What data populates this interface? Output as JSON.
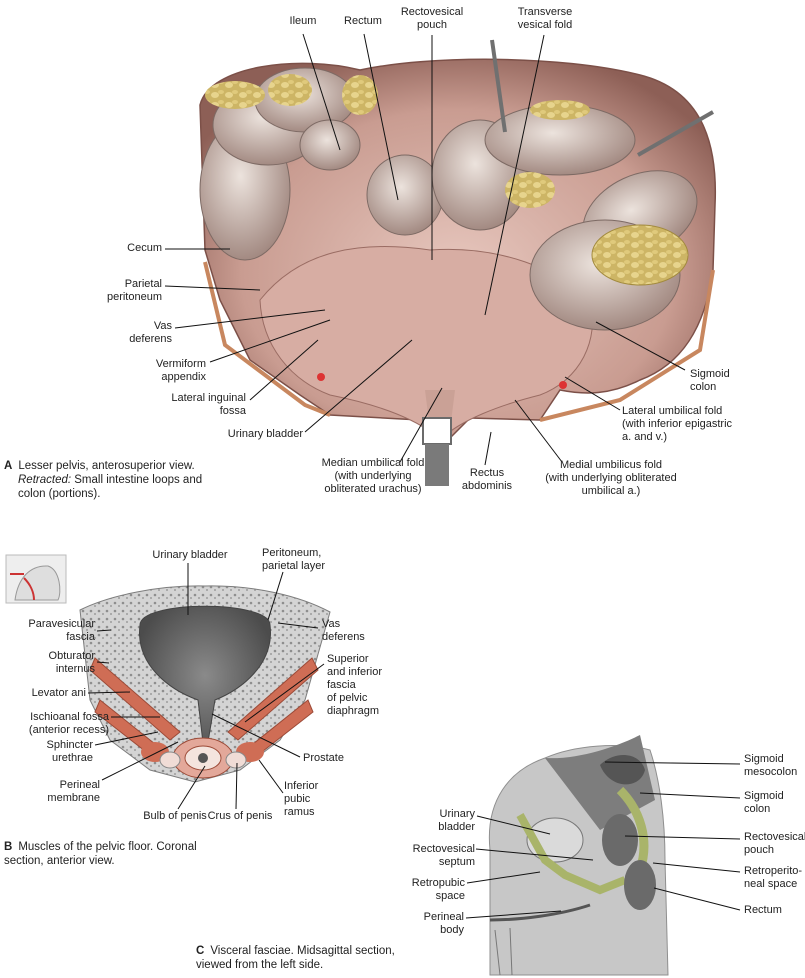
{
  "figure_a": {
    "letter": "A",
    "caption_line1": "Lesser pelvis, anterosuperior view.",
    "caption_italic": "Retracted:",
    "caption_rest": "Small intestine loops and\ncolon (portions).",
    "labels": {
      "ileum": "Ileum",
      "rectum": "Rectum",
      "rectovesical_pouch": "Rectovesical\npouch",
      "transverse_vesical_fold": "Transverse\nvesical fold",
      "cecum": "Cecum",
      "parietal_peritoneum": "Parietal\nperitoneum",
      "vas_deferens": "Vas\ndeferens",
      "vermiform_appendix": "Vermiform\nappendix",
      "lateral_inguinal_fossa": "Lateral inguinal\nfossa",
      "urinary_bladder": "Urinary bladder",
      "median_umbilical_fold": "Median umbilical fold\n(with underlying\nobliterated urachus)",
      "rectus_abdominis": "Rectus\nabdominis",
      "medial_umbilical_fold": "Medial umbilicus fold\n(with underlying obliterated\numbilical a.)",
      "lateral_umbilical_fold": "Lateral umbilical fold\n(with inferior epigastric\na. and v.)",
      "sigmoid_colon": "Sigmoid\ncolon"
    }
  },
  "figure_b": {
    "letter": "B",
    "caption": "Muscles of the pelvic floor. Coronal\nsection, anterior view.",
    "labels": {
      "urinary_bladder": "Urinary bladder",
      "peritoneum": "Peritoneum,\nparietal layer",
      "paravesicular_fascia": "Paravesicular\nfascia",
      "vas_deferens": "Vas\ndeferens",
      "obturator_internus": "Obturator\ninternus",
      "superior_inferior_fascia": "Superior\nand inferior\nfascia\nof pelvic\ndiaphragm",
      "levator_ani": "Levator ani",
      "ischioanal_fossa": "Ischioanal fossa\n(anterior recess)",
      "sphincter_urethrae": "Sphincter\nurethrae",
      "prostate": "Prostate",
      "perineal_membrane": "Perineal\nmembrane",
      "bulb_of_penis": "Bulb of penis",
      "crus_of_penis": "Crus of penis",
      "inferior_pubic_ramus": "Inferior\npubic\nramus"
    }
  },
  "figure_c": {
    "letter": "C",
    "caption": "Visceral fasciae. Midsagittal section,\nviewed from the left side.",
    "labels": {
      "urinary_bladder": "Urinary\nbladder",
      "rectovesical_septum": "Rectovesical\nseptum",
      "retropubic_space": "Retropubic\nspace",
      "perineal_body": "Perineal\nbody",
      "sigmoid_mesocolon": "Sigmoid\nmesocolon",
      "sigmoid_colon": "Sigmoid\ncolon",
      "rectovesical_pouch": "Rectovesical\npouch",
      "retroperitoneal_space": "Retroperito-\nneal space",
      "rectum": "Rectum"
    }
  },
  "colors": {
    "tissue": "#d9b4aa",
    "tissue_dark": "#b98a80",
    "fat": "#d6c27a",
    "muscle": "#cf6d55",
    "fascia_green": "#a9b46a",
    "gray_section": "#bdbdbd",
    "leader": "#111111"
  }
}
